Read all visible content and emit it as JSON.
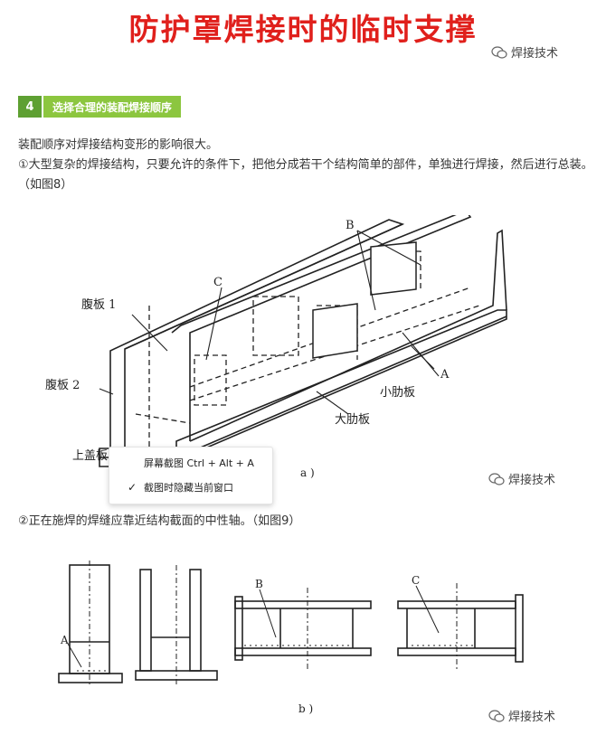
{
  "title": "防护罩焊接时的临时支撑",
  "watermark": "焊接技术",
  "section": {
    "number": "4",
    "label": "选择合理的装配焊接顺序"
  },
  "paragraphs": {
    "p1": "装配顺序对焊接结构变形的影响很大。",
    "p2": "①大型复杂的焊接结构，只要允许的条件下，把他分成若干个结构简单的部件，单独进行焊接，然后进行总装。（如图8）",
    "p3": "②正在施焊的焊缝应靠近结构截面的中性轴。（如图9）"
  },
  "figure_a": {
    "labels": {
      "web1": "腹板 1",
      "web2": "腹板 2",
      "top_plate": "上盖板",
      "big_rib": "大肋板",
      "small_rib": "小肋板",
      "A": "A",
      "B": "B",
      "C": "C"
    },
    "caption": "a )"
  },
  "figure_b": {
    "labels": {
      "A": "A",
      "B": "B",
      "C": "C"
    },
    "caption": "b )"
  },
  "context_menu": {
    "items": [
      {
        "label": "屏幕截图 Ctrl + Alt + A",
        "checked": false
      },
      {
        "label": "截图时隐藏当前窗口",
        "checked": true
      }
    ]
  }
}
